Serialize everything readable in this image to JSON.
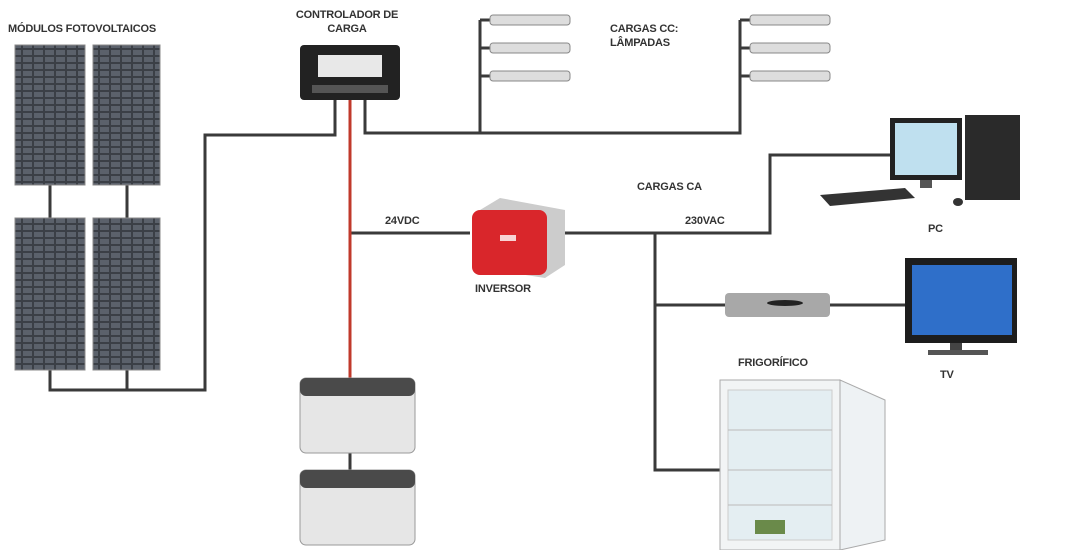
{
  "labels": {
    "pv_modules": "MÓDULOS FOTOVOLTAICOS",
    "charge_controller_line1": "CONTROLADOR DE",
    "charge_controller_line2": "CARGA",
    "dc_loads_line1": "CARGAS CC:",
    "dc_loads_line2": "LÂMPADAS",
    "ac_loads": "CARGAS CA",
    "dc_voltage": "24VDC",
    "ac_voltage": "230VAC",
    "inverter": "INVERSOR",
    "pc": "PC",
    "tv": "TV",
    "fridge": "FRIGORÍFICO"
  },
  "colors": {
    "wire": "#3a3a3a",
    "battery_wire": "#c0392b",
    "inverter": "#d9262b",
    "tv_screen": "#2f6fc9"
  }
}
